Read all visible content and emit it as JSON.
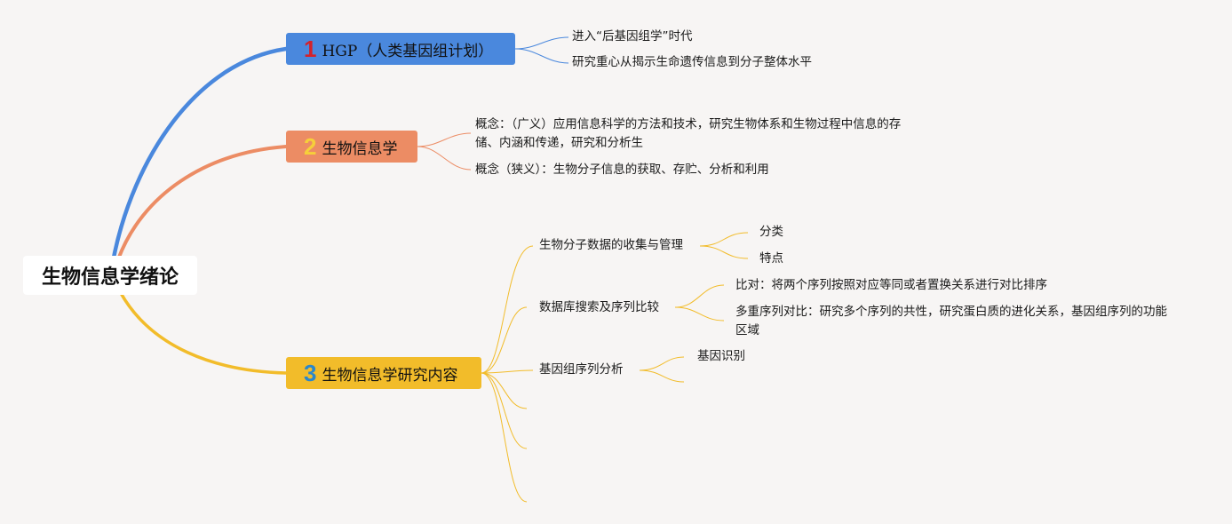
{
  "root": {
    "label": "生物信息学绪论"
  },
  "topics": [
    {
      "number": "1",
      "label": "HGP（人类基因组计划）",
      "children": [
        {
          "label": "进入“后基因组学”时代"
        },
        {
          "label": "研究重心从揭示生命遗传信息到分子整体水平"
        }
      ]
    },
    {
      "number": "2",
      "label": "生物信息学",
      "children": [
        {
          "label": "概念：（广义）应用信息科学的方法和技术，研究生物体系和生物过程中信息的存储、内涵和传递，研究和分析生"
        },
        {
          "label": "概念（狭义）：生物分子信息的获取、存贮、分析和利用"
        }
      ]
    },
    {
      "number": "3",
      "label": "生物信息学研究内容",
      "children": [
        {
          "label": "生物分子数据的收集与管理",
          "children": [
            {
              "label": "分类"
            },
            {
              "label": "特点"
            }
          ]
        },
        {
          "label": "数据库搜索及序列比较",
          "children": [
            {
              "label": "比对：将两个序列按照对应等同或者置换关系进行对比排序"
            },
            {
              "label": "多重序列对比：研究多个序列的共性，研究蛋白质的进化关系，基因组序列的功能区域"
            }
          ]
        },
        {
          "label": "基因组序列分析",
          "children": [
            {
              "label": "基因识别"
            },
            {
              "label": ""
            }
          ]
        },
        {
          "label": ""
        },
        {
          "label": ""
        },
        {
          "label": ""
        }
      ]
    }
  ],
  "colors": {
    "background": "#f7f5f4",
    "topic1": "#4a88dd",
    "topic2": "#ec8c64",
    "topic3": "#f2bc2a",
    "number1": "#d3222b",
    "number2": "#f6cf3a",
    "number3": "#2a87cc"
  }
}
